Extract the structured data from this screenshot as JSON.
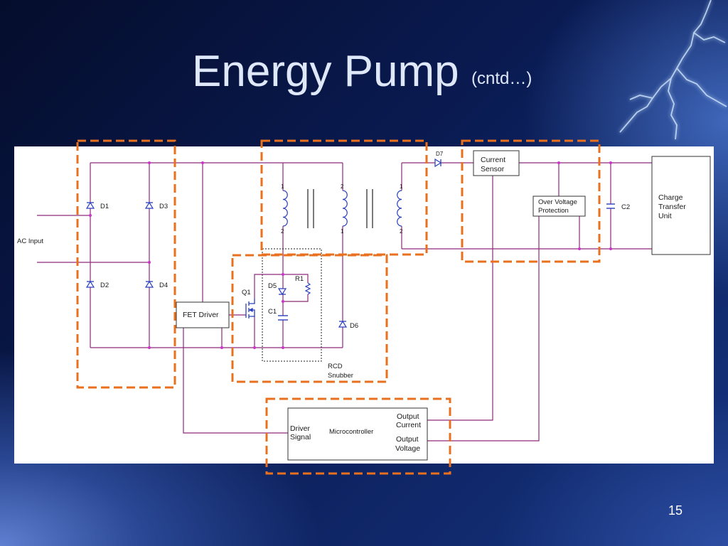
{
  "slide": {
    "title": "Energy Pump",
    "subtitle": "(cntd…)",
    "page_number": "15"
  },
  "colors": {
    "wire": "#8e2a7a",
    "junction": "#cc33cc",
    "component": "#2a3fbf",
    "highlight_box": "#e8701e",
    "title_text": "#dfe8f8"
  },
  "diagram": {
    "ac_input": "AC Input",
    "bridge": {
      "d1": "D1",
      "d2": "D2",
      "d3": "D3",
      "d4": "D4"
    },
    "fet_driver": "FET Driver",
    "q1": "Q1",
    "d5": "D5",
    "r1": "R1",
    "c1": "C1",
    "d6": "D6",
    "rcd_snubber": [
      "RCD",
      "Snubber"
    ],
    "transformer": {
      "pins": [
        "1",
        "2",
        "2",
        "1",
        "1",
        "2"
      ]
    },
    "d7": "D7",
    "current_sensor": [
      "Current",
      "Sensor"
    ],
    "over_voltage_protection": [
      "Over Voltage",
      "Protection"
    ],
    "c2": "C2",
    "charge_transfer_unit": [
      "Charge",
      "Transfer",
      "Unit"
    ],
    "microcontroller": {
      "name": "Microcontroller",
      "driver_signal": [
        "Driver",
        "Signal"
      ],
      "output_current": [
        "Output",
        "Current"
      ],
      "output_voltage": [
        "Output",
        "Voltage"
      ]
    }
  }
}
